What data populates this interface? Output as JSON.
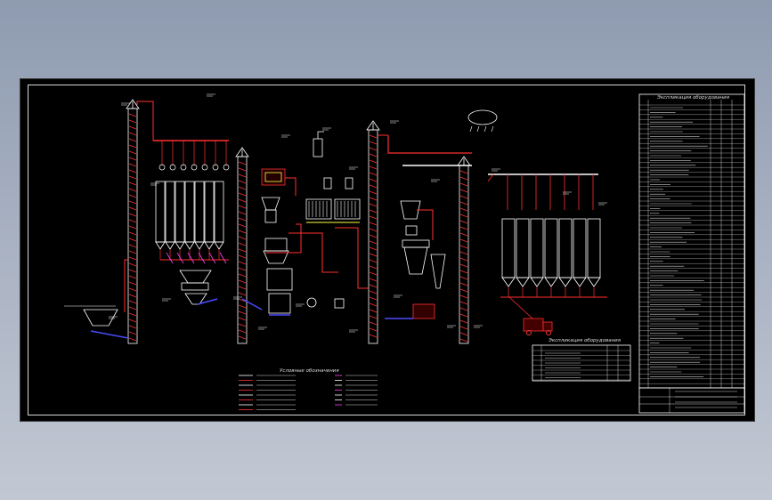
{
  "window": {
    "background_top": "#8e9bb0",
    "background_bottom": "#c2c8d3",
    "canvas_color": "#000000"
  },
  "colors": {
    "pipe": "#ff3030",
    "equipment": "#ffffff",
    "transport": "#ff2020",
    "chain": "#4a4aff",
    "accent_magenta": "#ff40ff",
    "accent_yellow": "#ffff40"
  },
  "drawing": {
    "equipment_table_title": "Экспликация оборудования",
    "equipment_table_title_2": "Экспликация оборудования",
    "legend_title": "Условные обозначения"
  },
  "icons": [
    "elevator-icon",
    "silo-icon",
    "truck-icon",
    "cyclone-icon",
    "fan-icon"
  ]
}
